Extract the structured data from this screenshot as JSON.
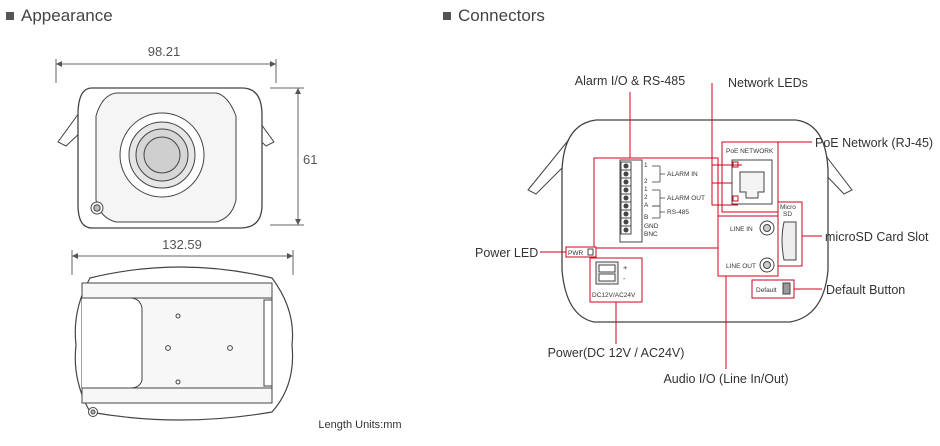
{
  "appearance": {
    "title": "Appearance",
    "dims": {
      "width": "98.21",
      "height": "61",
      "length": "132.59"
    },
    "units": "Length Units:mm"
  },
  "connectors": {
    "title": "Connectors",
    "callouts": {
      "alarm_rs485": "Alarm I/O & RS-485",
      "network_leds": "Network LEDs",
      "poe": "PoE Network (RJ-45)",
      "microsd": "microSD Card Slot",
      "power_led": "Power LED",
      "default_button": "Default Button",
      "power": "Power(DC 12V / AC24V)",
      "audio": "Audio I/O (Line In/Out)"
    },
    "panel": {
      "alarm_in": "ALARM IN",
      "alarm_out": "ALARM OUT",
      "rs485": "RS-485",
      "gnd": "GND",
      "bnc": "BNC",
      "pins": [
        "1",
        "2",
        "1",
        "2",
        "A",
        "B"
      ],
      "poe_network": "PoE NETWORK",
      "micro": "Micro",
      "sd": "SD",
      "line_in": "LINE IN",
      "line_out": "LINE OUT",
      "default": "Default",
      "pwr": "PWR",
      "dc": "DC12V/AC24V",
      "plus": "+",
      "minus": "-"
    },
    "accent_color": "#d0021b"
  }
}
